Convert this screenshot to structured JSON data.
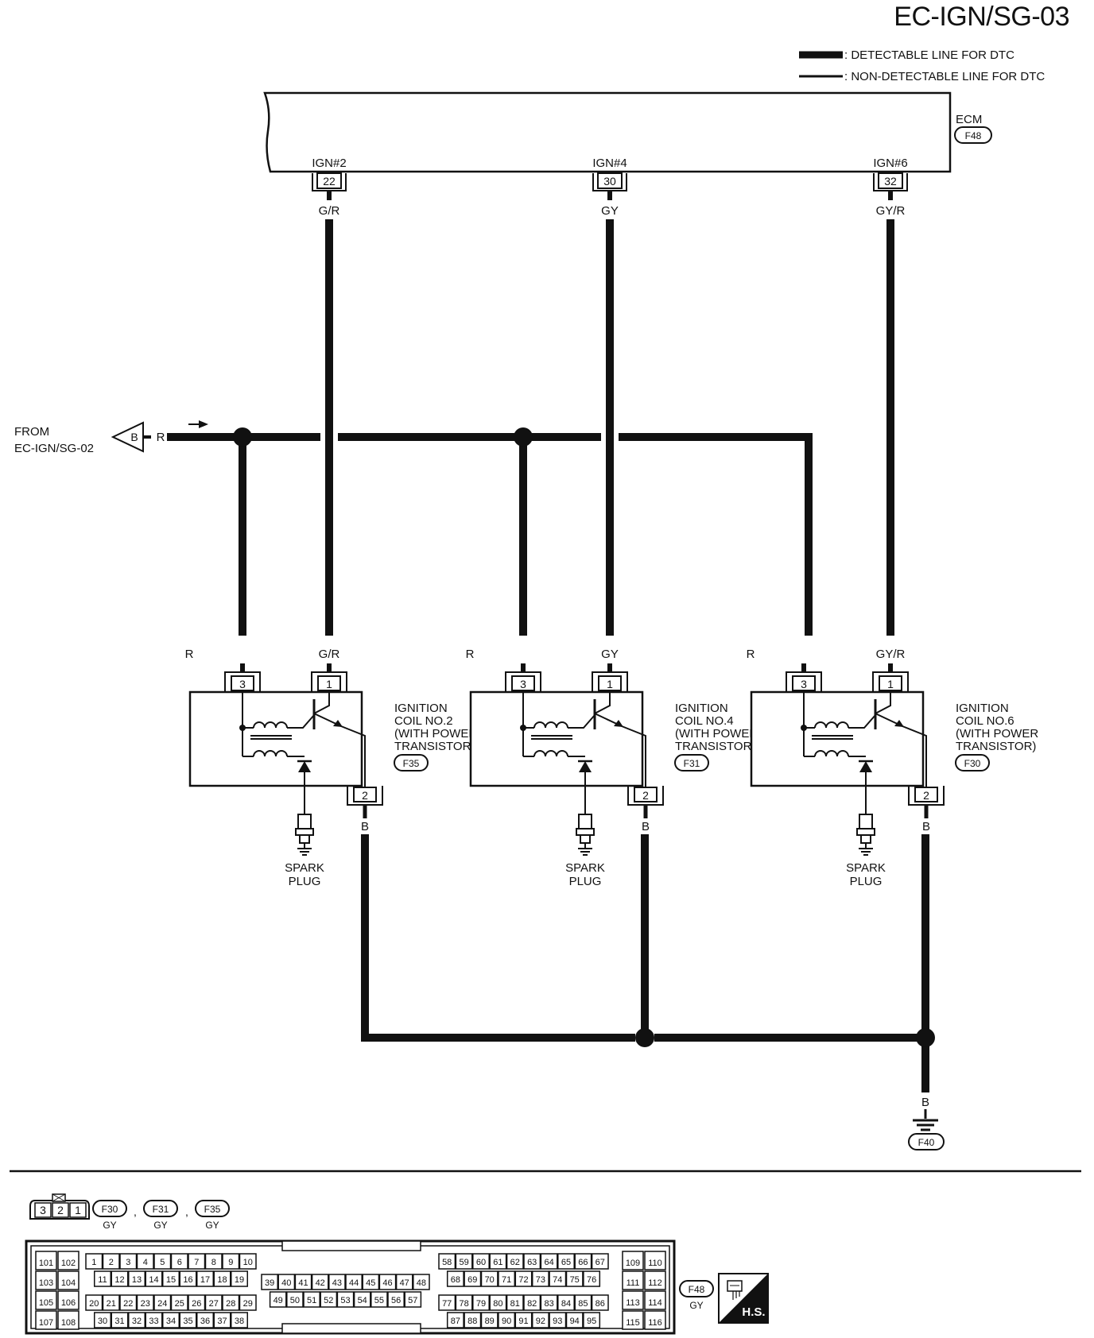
{
  "page_title": "EC-IGN/SG-03",
  "legend": {
    "detectable": ": DETECTABLE LINE FOR DTC",
    "non_detectable": ": NON-DETECTABLE LINE FOR DTC"
  },
  "ecm": {
    "label": "ECM",
    "connector": "F48",
    "pins": [
      {
        "name": "IGN#2",
        "pin": "22",
        "wire": "G/R"
      },
      {
        "name": "IGN#4",
        "pin": "30",
        "wire": "GY"
      },
      {
        "name": "IGN#6",
        "pin": "32",
        "wire": "GY/R"
      }
    ]
  },
  "from": {
    "label_1": "FROM",
    "label_2": "EC-IGN/SG-02",
    "connector_letter": "B",
    "wire": "R"
  },
  "coils": [
    {
      "line1": "IGNITION",
      "line2": "COIL NO.2",
      "line3": "(WITH POWER",
      "line4": "TRANSISTOR)",
      "connector": "F35",
      "pin3": "3",
      "pin1": "1",
      "pin2": "2",
      "wire3": "R",
      "wire1": "G/R",
      "wire2": "B"
    },
    {
      "line1": "IGNITION",
      "line2": "COIL NO.4",
      "line3": "(WITH POWER",
      "line4": "TRANSISTOR)",
      "connector": "F31",
      "pin3": "3",
      "pin1": "1",
      "pin2": "2",
      "wire3": "R",
      "wire1": "GY",
      "wire2": "B"
    },
    {
      "line1": "IGNITION",
      "line2": "COIL NO.6",
      "line3": "(WITH POWER",
      "line4": "TRANSISTOR)",
      "connector": "F30",
      "pin3": "3",
      "pin1": "1",
      "pin2": "2",
      "wire3": "R",
      "wire1": "GY/R",
      "wire2": "B"
    }
  ],
  "spark_plug": {
    "line1": "SPARK",
    "line2": "PLUG"
  },
  "ground": {
    "wire": "B",
    "connector": "F40"
  },
  "connector_views": {
    "small_pins": [
      "3",
      "2",
      "1"
    ],
    "small_refs": [
      {
        "id": "F30",
        "color": "GY"
      },
      {
        "id": "F31",
        "color": "GY"
      },
      {
        "id": "F35",
        "color": "GY"
      }
    ],
    "separator": ",",
    "ecm_ref": {
      "id": "F48",
      "color": "GY"
    },
    "hs_label": "H.S.",
    "left_pins": [
      "101",
      "102",
      "103",
      "104",
      "105",
      "106",
      "107",
      "108"
    ],
    "right_pins": [
      "109",
      "110",
      "111",
      "112",
      "113",
      "114",
      "115",
      "116"
    ],
    "block1_rows": [
      [
        "1",
        "2",
        "3",
        "4",
        "5",
        "6",
        "7",
        "8",
        "9",
        "10"
      ],
      [
        "11",
        "12",
        "13",
        "14",
        "15",
        "16",
        "17",
        "18",
        "19"
      ],
      [
        "20",
        "21",
        "22",
        "23",
        "24",
        "25",
        "26",
        "27",
        "28",
        "29"
      ],
      [
        "30",
        "31",
        "32",
        "33",
        "34",
        "35",
        "36",
        "37",
        "38"
      ]
    ],
    "block2_rows": [
      [
        "39",
        "40",
        "41",
        "42",
        "43",
        "44",
        "45",
        "46",
        "47",
        "48"
      ],
      [
        "49",
        "50",
        "51",
        "52",
        "53",
        "54",
        "55",
        "56",
        "57"
      ]
    ],
    "block3_rows": [
      [
        "58",
        "59",
        "60",
        "61",
        "62",
        "63",
        "64",
        "65",
        "66",
        "67"
      ],
      [
        "68",
        "69",
        "70",
        "71",
        "72",
        "73",
        "74",
        "75",
        "76"
      ],
      [
        "77",
        "78",
        "79",
        "80",
        "81",
        "82",
        "83",
        "84",
        "85",
        "86"
      ],
      [
        "87",
        "88",
        "89",
        "90",
        "91",
        "92",
        "93",
        "94",
        "95"
      ]
    ]
  }
}
